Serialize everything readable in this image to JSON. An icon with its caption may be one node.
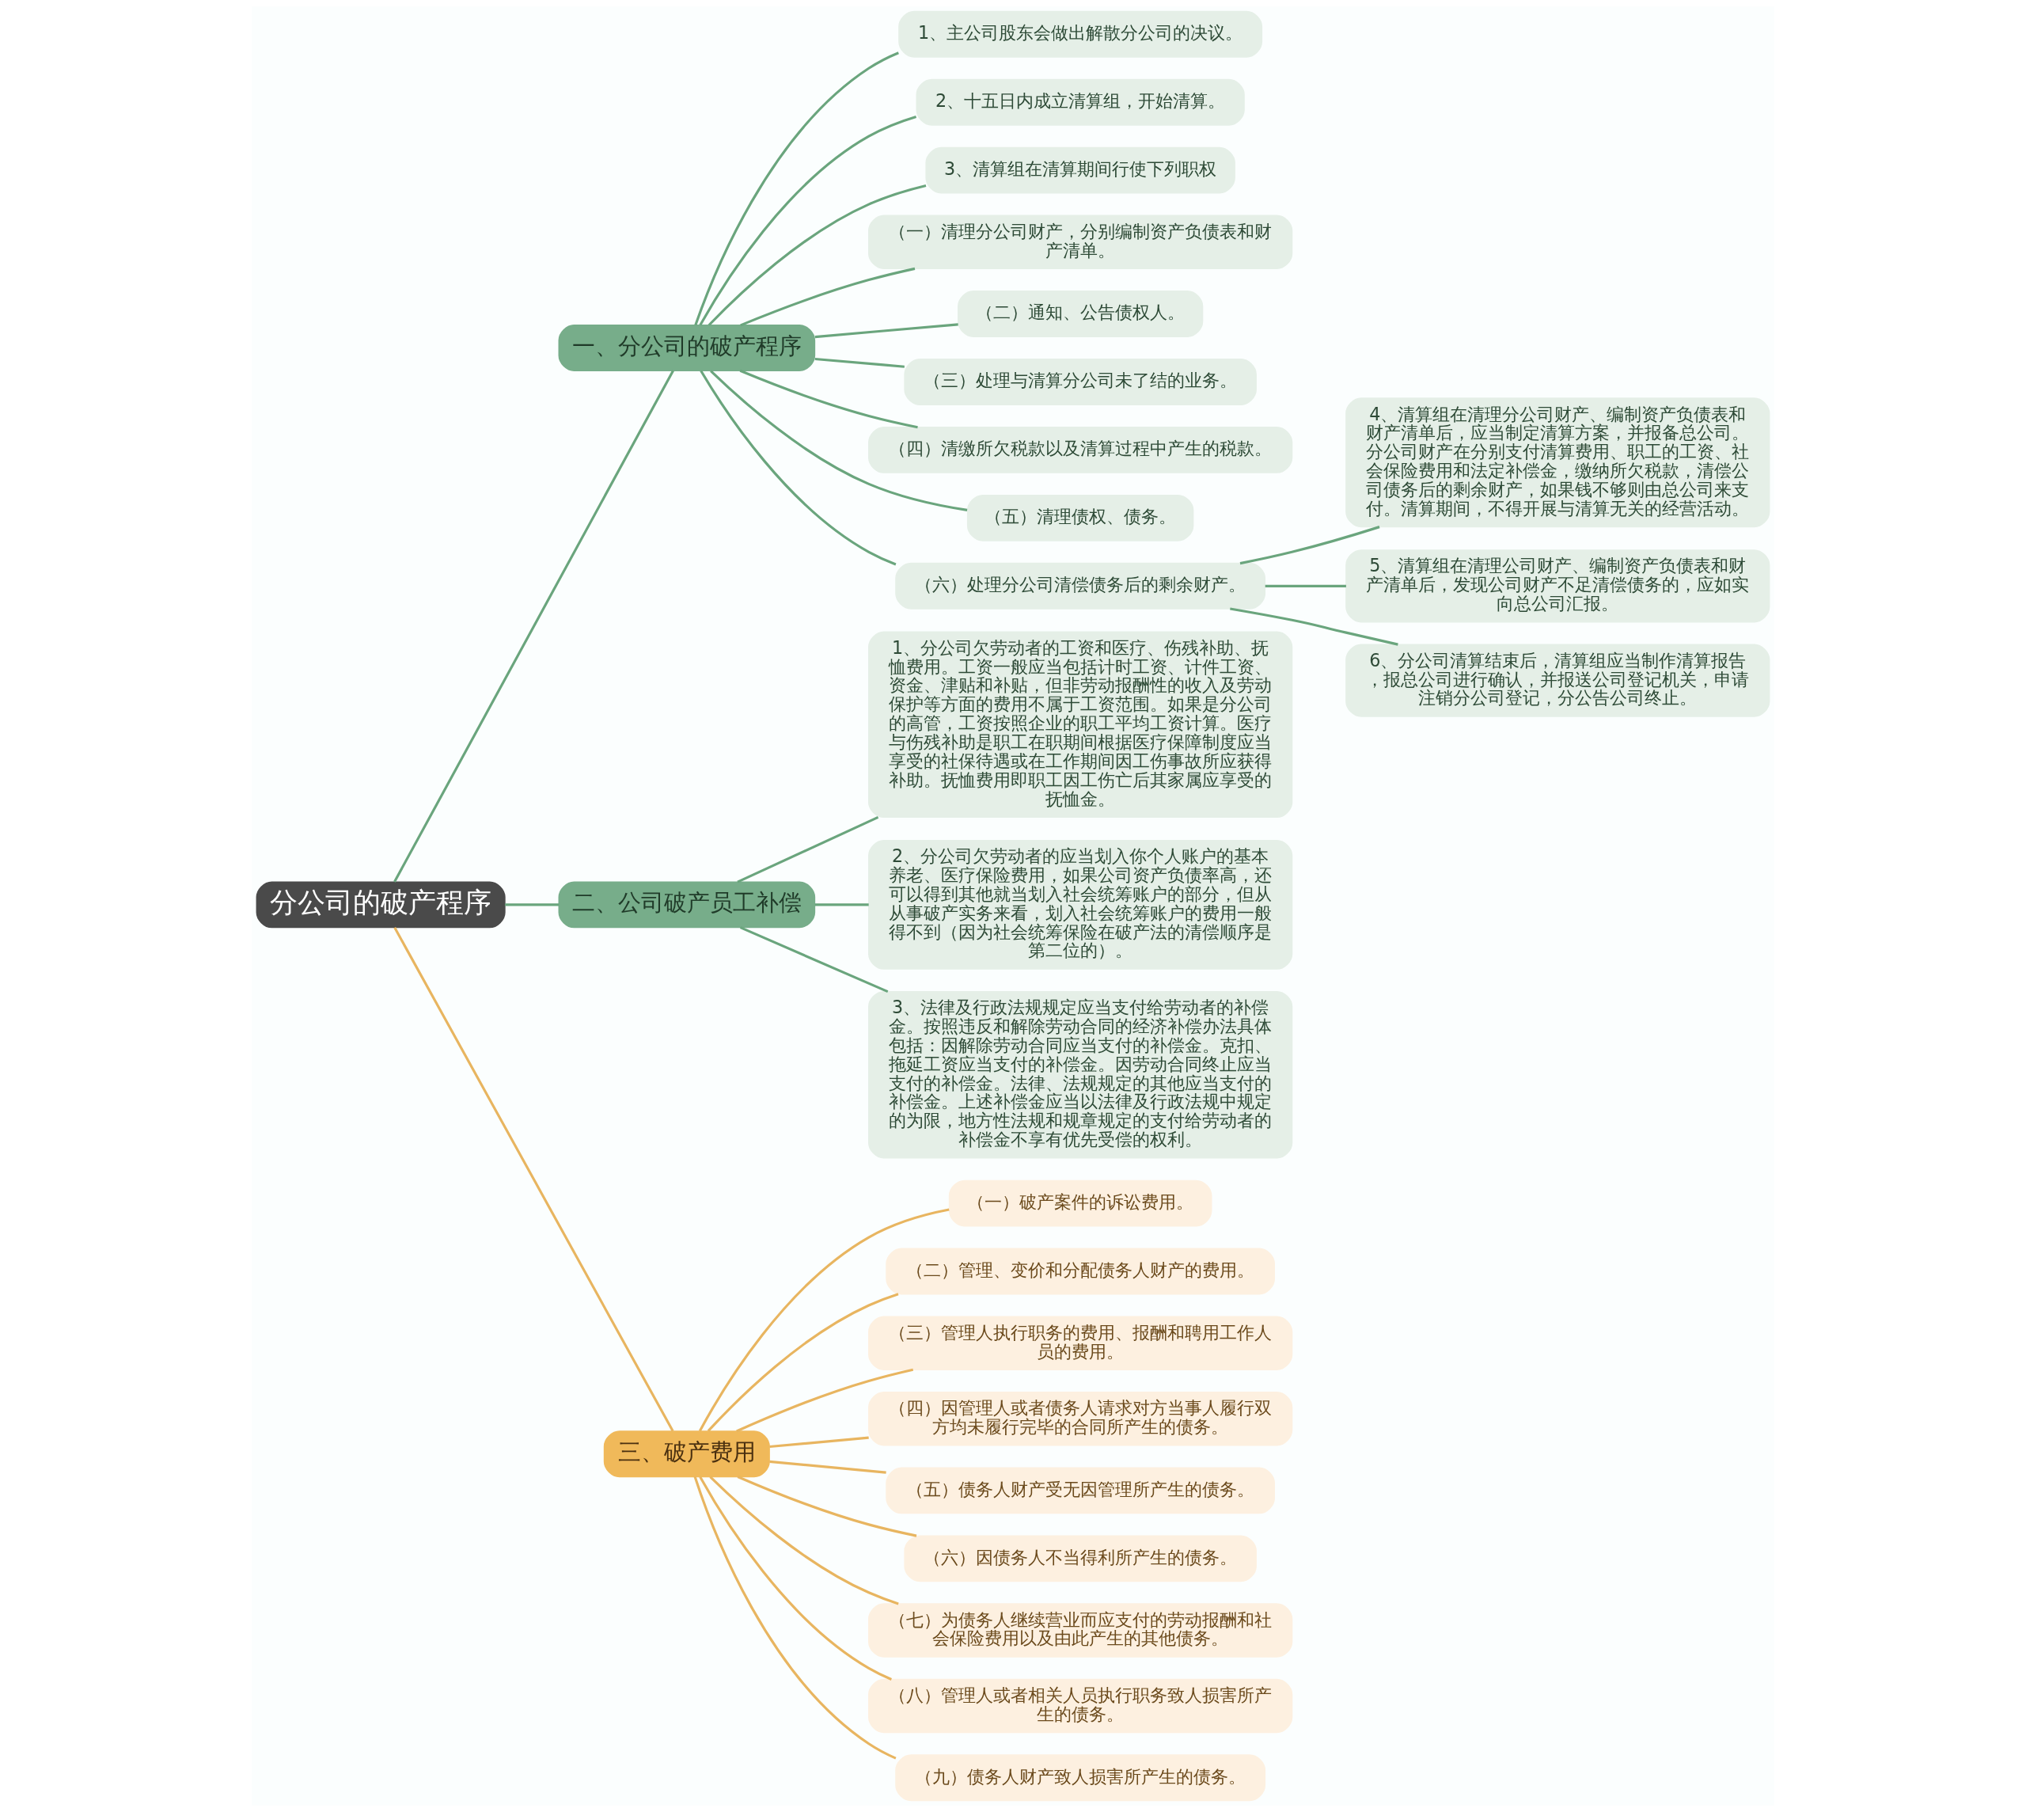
{
  "diagram": {
    "nodes": [
      {
        "text": [
          "分公司的破产程序"
        ]
      },
      {
        "text": [
          "一、分公司的破产程序"
        ]
      },
      {
        "text": [
          "1、主公司股东会做出解散分公司的决议。"
        ]
      },
      {
        "text": [
          "2、十五日内成立清算组，开始清算。"
        ]
      },
      {
        "text": [
          "3、清算组在清算期间行使下列职权"
        ]
      },
      {
        "text": [
          "（一）清理分公司财产，分别编制资产负债表和财产清单。"
        ]
      },
      {
        "text": [
          "（二）通知、公告债权人。"
        ]
      },
      {
        "text": [
          "（三）处理与清算分公司未了结的业务。"
        ]
      },
      {
        "text": [
          "（四）清缴所欠税款以及清算过程中产生的税款。"
        ]
      },
      {
        "text": [
          "（五）清理债权、债务。"
        ]
      },
      {
        "text": [
          "（六）处理分公司清偿债务后的剩余财产。"
        ]
      },
      {
        "text": [
          "4、清算组在清理分公司财产、编制资产负债表和财产清单后，应当制定清算方案，并报备总公司。分公司财产在分别支付清算费用、职工的工资、社会保险费用和法定补偿金，缴纳所欠税款，清偿公司债务后的剩余财产，如果钱不够则由总公司来支付。清算期间，不得开展与清算无关的经营活动。"
        ]
      },
      {
        "text": [
          "5、清算组在清理公司财产、编制资产负债表和财产清单后，发现公司财产不足清偿债务的，应如实向总公司汇报。"
        ]
      },
      {
        "text": [
          "6、分公司清算结束后，清算组应当制作清算报告，报总公司进行确认，并报送公司登记机关，申请注销分公司登记，分公告公司终止。"
        ]
      },
      {
        "text": [
          "二、公司破产员工补偿"
        ]
      },
      {
        "text": [
          "1、分公司欠劳动者的工资和医疗、伤残补助、抚恤费用。工资一般应当包括计时工资、计件工资、资金、津贴和补贴，但非劳动报酬性的收入及劳动保护等方面的费用不属于工资范围。如果是分公司的高管，工资按照企业的职工平均工资计算。医疗与伤残补助是职工在职期间根据医疗保障制度应当享受的社保待遇或在工作期间因工伤事故所应获得补助。抚恤费用即职工因工伤亡后其家属应享受的抚恤金。"
        ]
      },
      {
        "text": [
          "2、分公司欠劳动者的应当划入你个人账户的基本养老、医疗保险费用，如果公司资产负债率高，还可以得到其他就当划入社会统筹账户的部分，但从从事破产实务来看，划入社会统筹账户的费用一般得不到（因为社会统筹保险在破产法的清偿顺序是第二位的）。"
        ]
      },
      {
        "text": [
          "3、法律及行政法规规定应当支付给劳动者的补偿金。按照违反和解除劳动合同的经济补偿办法具体包括：因解除劳动合同应当支付的补偿金。克扣、拖延工资应当支付的补偿金。因劳动合同终止应当支付的补偿金。法律、法规规定的其他应当支付的补偿金。上述补偿金应当以法律及行政法规中规定的为限，地方性法规和规章规定的支付给劳动者的补偿金不享有优先受偿的权利。"
        ]
      },
      {
        "text": [
          "三、破产费用"
        ]
      },
      {
        "text": [
          "（一）破产案件的诉讼费用。"
        ]
      },
      {
        "text": [
          "（二）管理、变价和分配债务人财产的费用。"
        ]
      },
      {
        "text": [
          "（三）管理人执行职务的费用、报酬和聘用工作人员的费用。"
        ]
      },
      {
        "text": [
          "（四）因管理人或者债务人请求对方当事人履行双方均未履行完毕的合同所产生的债务。"
        ]
      },
      {
        "text": [
          "（五）债务人财产受无因管理所产生的债务。"
        ]
      },
      {
        "text": [
          "（六）因债务人不当得利所产生的债务。"
        ]
      },
      {
        "text": [
          "（七）为债务人继续营业而应支付的劳动报酬和社会保险费用以及由此产生的其他债务。"
        ]
      },
      {
        "text": [
          "（八）管理人或者相关人员执行职务致人损害所产生的债务。"
        ]
      },
      {
        "text": [
          "（九）债务人财产致人损害所产生的债务。"
        ]
      }
    ],
    "edges": [
      {
        "from": 0,
        "to": 1,
        "arrow": "none"
      },
      {
        "from": 1,
        "to": 2,
        "arrow": "none"
      },
      {
        "from": 1,
        "to": 3,
        "arrow": "none"
      },
      {
        "from": 1,
        "to": 4,
        "arrow": "none"
      },
      {
        "from": 1,
        "to": 5,
        "arrow": "none"
      },
      {
        "from": 1,
        "to": 6,
        "arrow": "none"
      },
      {
        "from": 1,
        "to": 7,
        "arrow": "none"
      },
      {
        "from": 1,
        "to": 8,
        "arrow": "none"
      },
      {
        "from": 1,
        "to": 9,
        "arrow": "none"
      },
      {
        "from": 1,
        "to": 10,
        "arrow": "none"
      },
      {
        "from": 10,
        "to": 11,
        "arrow": "none"
      },
      {
        "from": 10,
        "to": 12,
        "arrow": "none"
      },
      {
        "from": 10,
        "to": 13,
        "arrow": "none"
      },
      {
        "from": 0,
        "to": 14,
        "arrow": "none"
      },
      {
        "from": 14,
        "to": 15,
        "arrow": "none"
      },
      {
        "from": 14,
        "to": 16,
        "arrow": "none"
      },
      {
        "from": 14,
        "to": 17,
        "arrow": "none"
      },
      {
        "from": 0,
        "to": 18,
        "arrow": "none",
        "color": "#e8b560"
      },
      {
        "from": 18,
        "to": 19,
        "arrow": "none",
        "color": "#e8b560"
      },
      {
        "from": 18,
        "to": 20,
        "arrow": "none",
        "color": "#e8b560"
      },
      {
        "from": 18,
        "to": 21,
        "arrow": "none",
        "color": "#e8b560"
      },
      {
        "from": 18,
        "to": 22,
        "arrow": "none",
        "color": "#e8b560"
      },
      {
        "from": 18,
        "to": 23,
        "arrow": "none",
        "color": "#e8b560"
      },
      {
        "from": 18,
        "to": 24,
        "arrow": "none",
        "color": "#e8b560"
      },
      {
        "from": 18,
        "to": 25,
        "arrow": "none",
        "color": "#e8b560"
      },
      {
        "from": 18,
        "to": 26,
        "arrow": "none",
        "color": "#e8b560"
      },
      {
        "from": 18,
        "to": 27,
        "arrow": "none",
        "color": "#e8b560"
      }
    ]
  }
}
